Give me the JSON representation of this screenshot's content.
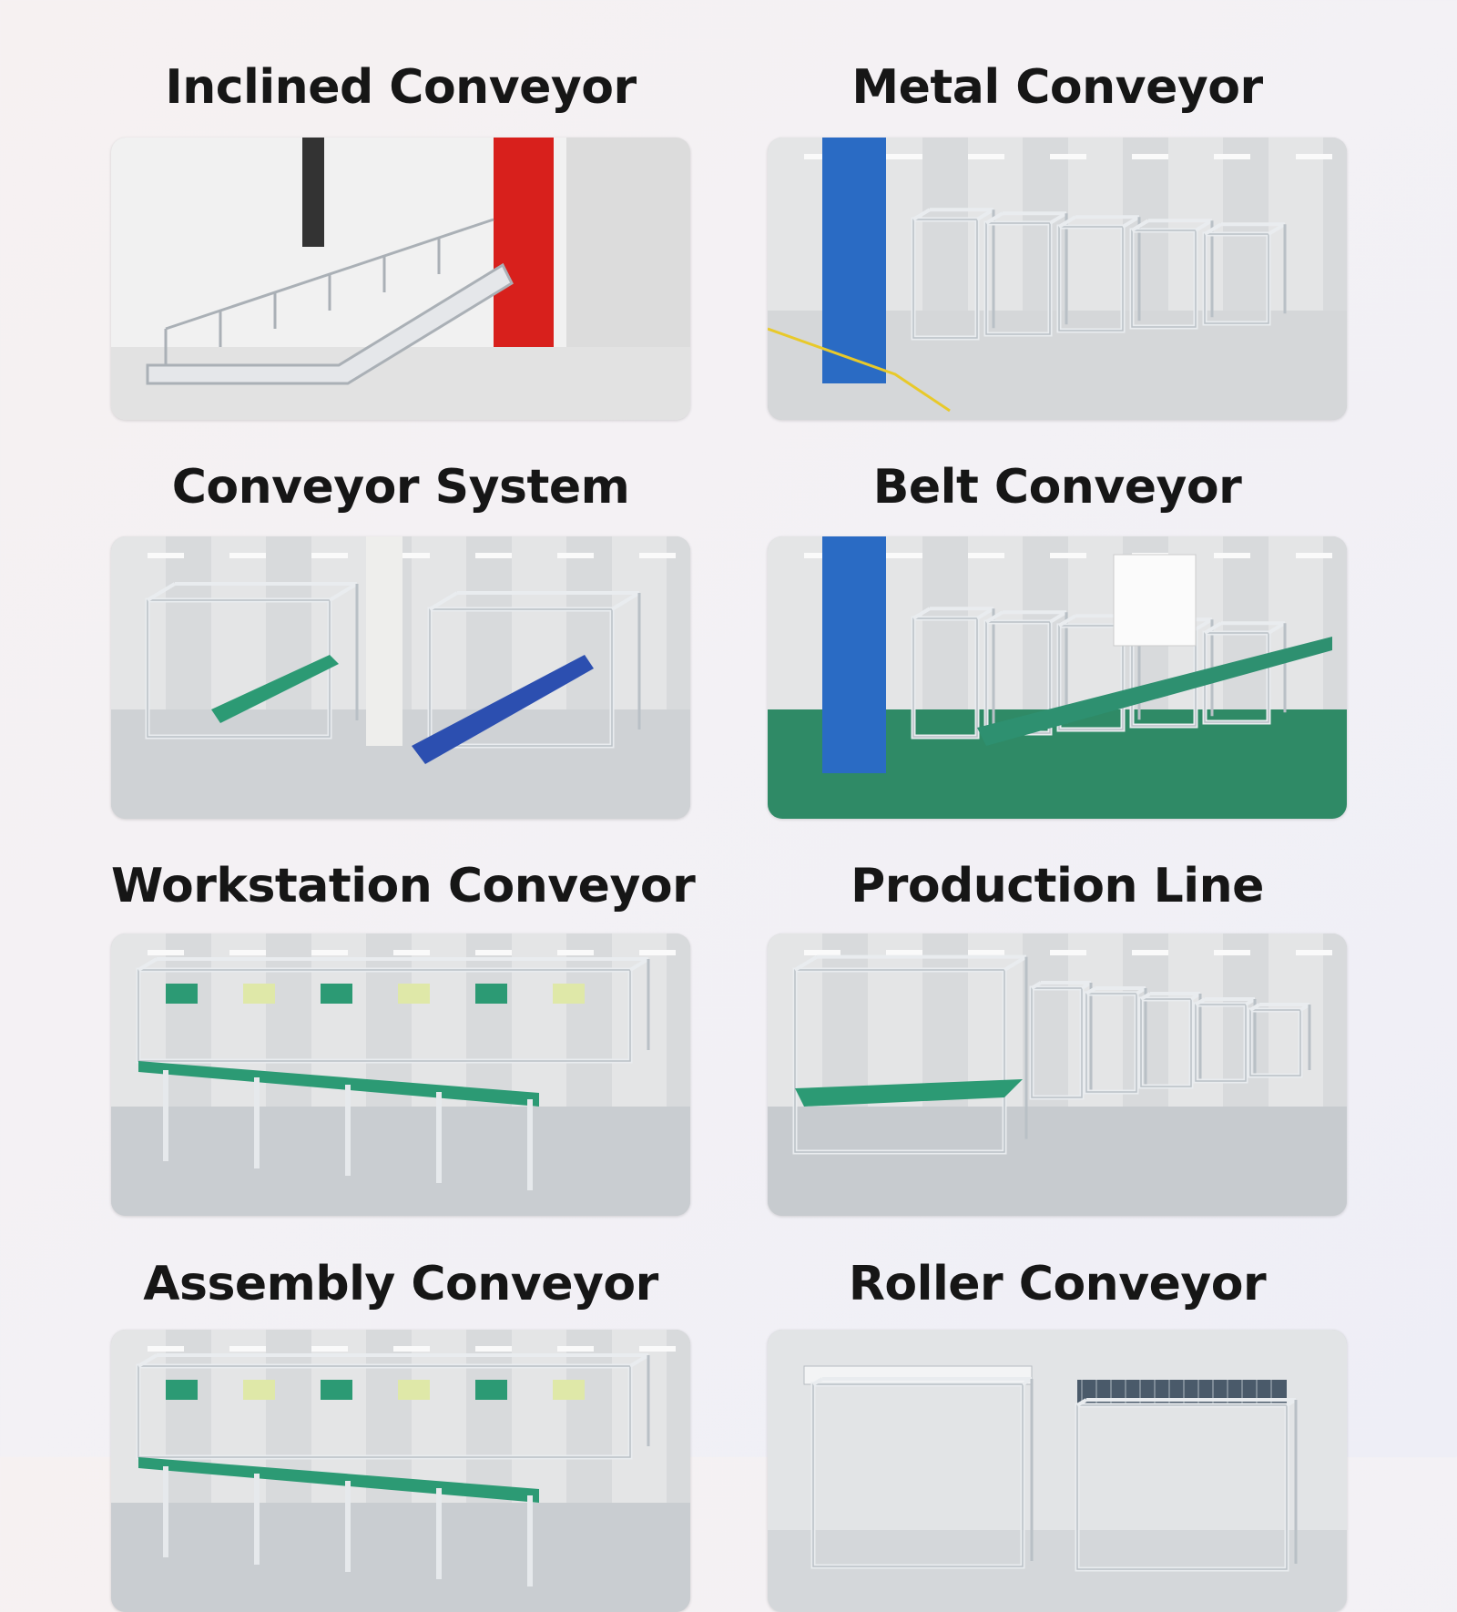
{
  "tiles": [
    {
      "title": "Inclined Conveyor",
      "scene": "inclined",
      "belt": "#e8e8e8",
      "accent": "#d8201c"
    },
    {
      "title": "Metal Conveyor",
      "scene": "metal",
      "belt": "#e6e6e6",
      "accent": "#2a6bc4"
    },
    {
      "title": "Conveyor System",
      "scene": "system",
      "belt": "#2c9a74",
      "accent": "#2c4fb0"
    },
    {
      "title": "Belt Conveyor",
      "scene": "belt",
      "belt": "#2e9070",
      "accent": "#2a6bc4"
    },
    {
      "title": "Workstation Conveyor",
      "scene": "workstation",
      "belt": "#2c9a74",
      "accent": "#2c9a74"
    },
    {
      "title": "Production Line",
      "scene": "production",
      "belt": "#2c9a74",
      "accent": "#2c9a74"
    },
    {
      "title": "Assembly Conveyor",
      "scene": "assembly",
      "belt": "#2c9a74",
      "accent": "#2c9a74"
    },
    {
      "title": "Roller Conveyor",
      "scene": "roller",
      "belt": "#4a5a6a",
      "accent": "#4a5a6a"
    }
  ]
}
